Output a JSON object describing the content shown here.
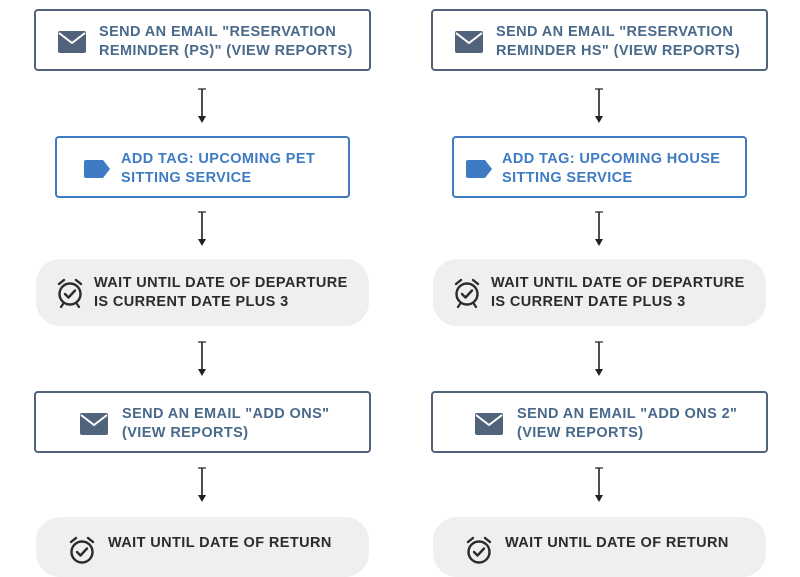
{
  "columns": [
    {
      "email1": "SEND AN EMAIL \"RESERVATION\nREMINDER (PS)\" (VIEW REPORTS)",
      "tag": "ADD TAG: UPCOMING PET\nSITTING SERVICE",
      "wait1": "WAIT UNTIL DATE OF DEPARTURE\nIS CURRENT DATE PLUS 3",
      "email2": "SEND AN EMAIL \"ADD ONS\"\n(VIEW REPORTS)",
      "wait2": "WAIT UNTIL DATE OF RETURN"
    },
    {
      "email1": "SEND AN EMAIL \"RESERVATION\nREMINDER HS\" (VIEW REPORTS)",
      "tag": "ADD TAG: UPCOMING HOUSE\nSITTING SERVICE",
      "wait1": "WAIT UNTIL DATE OF DEPARTURE\nIS CURRENT DATE PLUS 3",
      "email2": "SEND AN EMAIL \"ADD ONS 2\"\n(VIEW REPORTS)",
      "wait2": "WAIT UNTIL DATE OF RETURN"
    }
  ],
  "colors": {
    "email_border": "#51637a",
    "tag_border": "#3e7bc3",
    "wait_bg": "#efefef",
    "arrow": "#222222"
  },
  "icons": {
    "email": "envelope-icon",
    "tag": "tag-icon",
    "wait": "alarm-clock-icon"
  }
}
